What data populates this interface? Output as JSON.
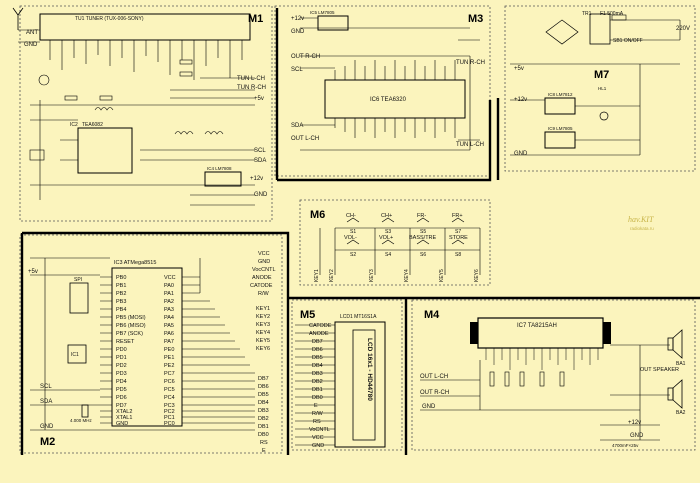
{
  "modules": {
    "m1": "M1",
    "m2": "M2",
    "m3": "M3",
    "m4": "M4",
    "m5": "M5",
    "m6": "M6",
    "m7": "M7"
  },
  "m1": {
    "tuner": "TU1  TUNER (TUX-006-SONY)",
    "ant": "ANT",
    "gnd": "GND",
    "ic2": "IC2",
    "ic2_part": "TEA6082",
    "ic4": "IC4 LM7808",
    "ports": [
      "TUN L-CH",
      "TUN R-CH",
      "+5v",
      "SCL",
      "SDA",
      "+12v",
      "GND"
    ]
  },
  "m3": {
    "ic6": "IC6  TEA6320",
    "ic5": "IC5 LM7805",
    "left_ports": [
      "+12v",
      "GND",
      "OUT R-CH",
      "SCL",
      "SDA",
      "OUT L-CH"
    ],
    "right_ports": [
      "TUN R-CH",
      "TUN L-CH"
    ]
  },
  "m7": {
    "fuse": "F1  500mA",
    "switch": "SB1  ON/OFF",
    "mains": "220V",
    "transformer": "TR1",
    "ic8": "IC8 LM7812",
    "ic9": "IC9 LM7805",
    "led": "HL1",
    "ports": [
      "+5v",
      "+12v",
      "GND"
    ]
  },
  "m6": {
    "buttons": [
      "CH-",
      "CH+",
      "FR-",
      "FR+",
      "VOL-",
      "VOL+",
      "BASS/TRE",
      "STORE"
    ],
    "switches": [
      "S1",
      "S3",
      "S5",
      "S7",
      "S2",
      "S4",
      "S6",
      "S8"
    ],
    "keys": [
      "KEY1",
      "KEY2",
      "KEY3",
      "KEY4",
      "KEY5",
      "KEY6"
    ]
  },
  "m2": {
    "ic3": "IC3  ATMega8515",
    "ic1": "IC1",
    "spi": "SPI",
    "quartz": "4.000 MHz",
    "left_pins": [
      "PB0",
      "PB1",
      "PB2",
      "PB3",
      "PB4",
      "PB5 (MOSI)",
      "PB6 (MISO)",
      "PB7 (SCK)",
      "RESET",
      "PD0",
      "PD1",
      "PD2",
      "PD3",
      "PD4",
      "PD5",
      "PD6",
      "PD7",
      "XTAL2",
      "XTAL1",
      "GND"
    ],
    "right_pins": [
      "VCC",
      "PA0",
      "PA1",
      "PA2",
      "PA3",
      "PA4",
      "PA5",
      "PA6",
      "PA7",
      "PE0",
      "PE1",
      "PE2",
      "PC7",
      "PC6",
      "PC5",
      "PC4",
      "PC3",
      "PC2",
      "PC1",
      "PC0"
    ],
    "left_ports": [
      "+5v",
      "SCL",
      "SDA",
      "GND"
    ],
    "bus": [
      "VCC",
      "GND",
      "VocCNTL",
      "ANODE",
      "CATODE",
      "R/W",
      "KEY1",
      "KEY2",
      "KEY3",
      "KEY4",
      "KEY5",
      "KEY6",
      "DB7",
      "DB6",
      "DB5",
      "DB4",
      "DB3",
      "DB2",
      "DB1",
      "DB0",
      "RS",
      "E"
    ]
  },
  "m5": {
    "lcd": "LCD1   MT16S1A",
    "lcd_text": "LCD 16x1 - HD44780",
    "pins": [
      "CATODE",
      "ANODE",
      "DB7",
      "DB6",
      "DB5",
      "DB4",
      "DB3",
      "DB2",
      "DB1",
      "DB0",
      "E",
      "R/W",
      "RS",
      "VoCNTL",
      "VCC",
      "GND"
    ]
  },
  "m4": {
    "ic7": "IC7  TA8215AH",
    "ports": [
      "OUT L-CH",
      "OUT R-CH",
      "GND",
      "+12v",
      "GND"
    ],
    "speakers": [
      "BA1",
      "BA2"
    ],
    "out_speaker": "OUT SPEAKER",
    "cap": "4700mF×25v"
  },
  "watermark": {
    "line1": "hav.KIT",
    "line2": "radiokata.ru"
  }
}
